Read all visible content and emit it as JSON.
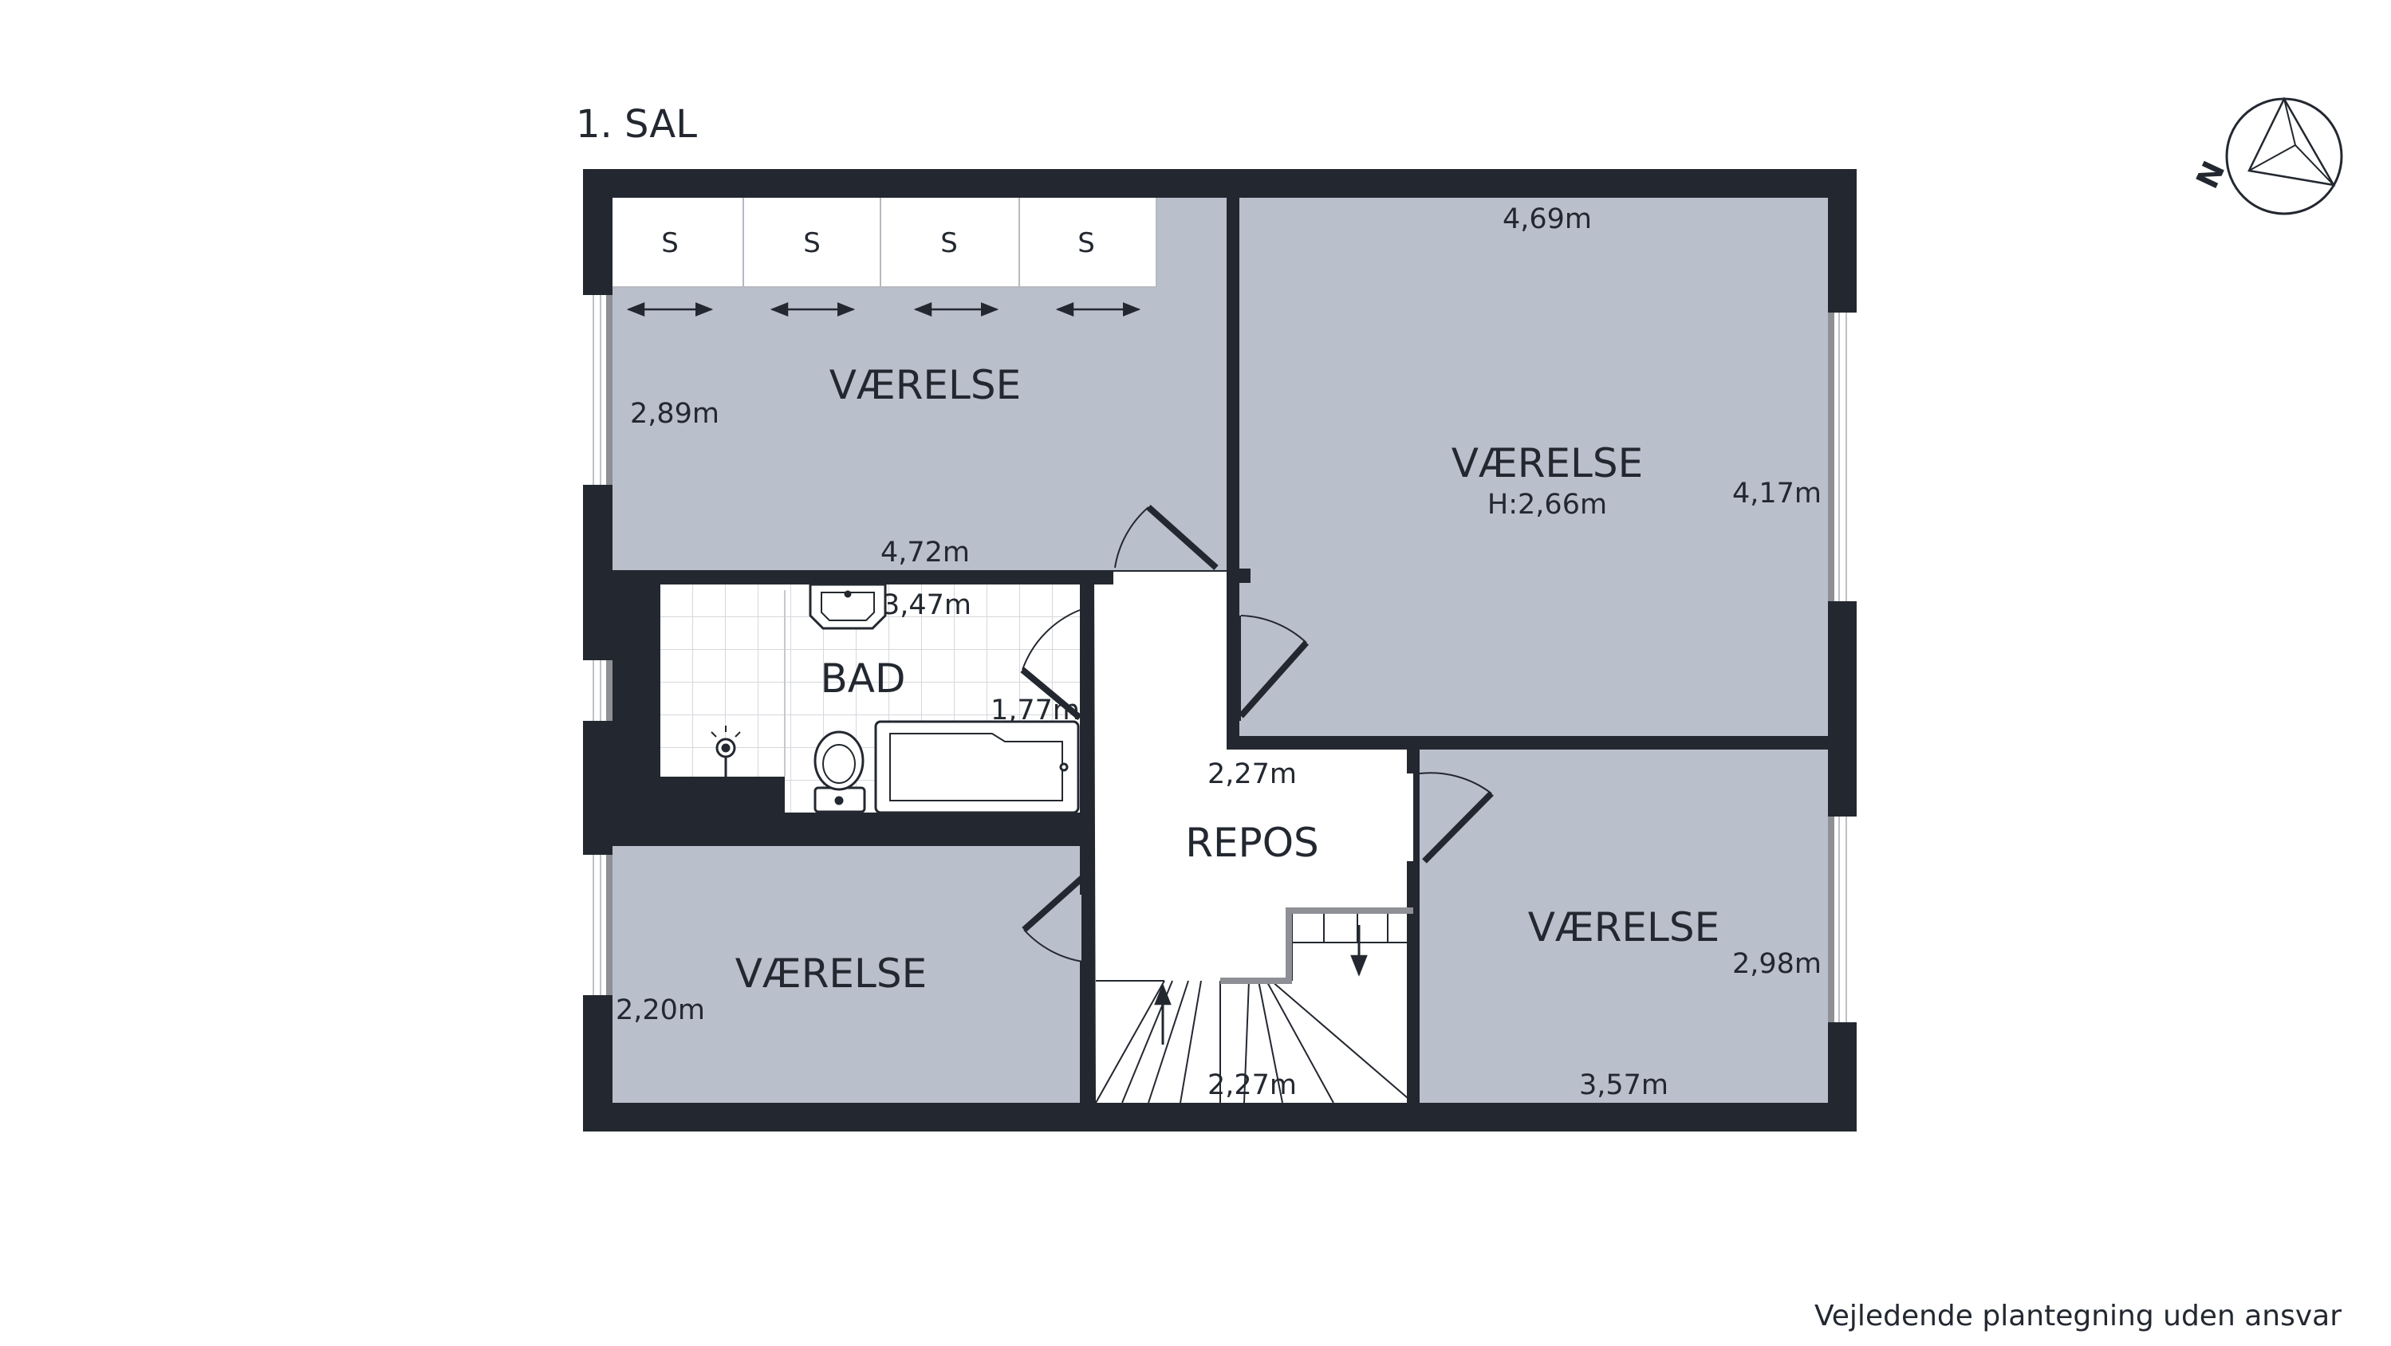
{
  "floor_title": "1. SAL",
  "footer_note": "Vejledende plantegning uden ansvar",
  "compass": {
    "letter": "N"
  },
  "wardrobes": [
    "S",
    "S",
    "S",
    "S"
  ],
  "rooms": {
    "bedroom_nw": {
      "name": "VÆRELSE",
      "dim_width": "4,72m",
      "dim_depth": "2,89m"
    },
    "bedroom_ne": {
      "name": "VÆRELSE",
      "height": "H:2,66m",
      "dim_width": "4,69m",
      "dim_depth": "4,17m"
    },
    "bathroom": {
      "name": "BAD",
      "dim_width": "3,47m",
      "dim_depth": "1,77m"
    },
    "landing": {
      "name": "REPOS",
      "dim_width": "2,27m",
      "dim_stair": "2,27m"
    },
    "bedroom_sw": {
      "name": "VÆRELSE",
      "dim_depth": "2,20m"
    },
    "bedroom_se": {
      "name": "VÆRELSE",
      "dim_width": "3,57m",
      "dim_depth": "2,98m"
    }
  },
  "colors": {
    "wall": "#232830",
    "room_fill": "#babfcc",
    "bath_fill": "#ffffff",
    "tile_line": "#d4d6da",
    "text": "#232830",
    "window": "#8e9096"
  }
}
